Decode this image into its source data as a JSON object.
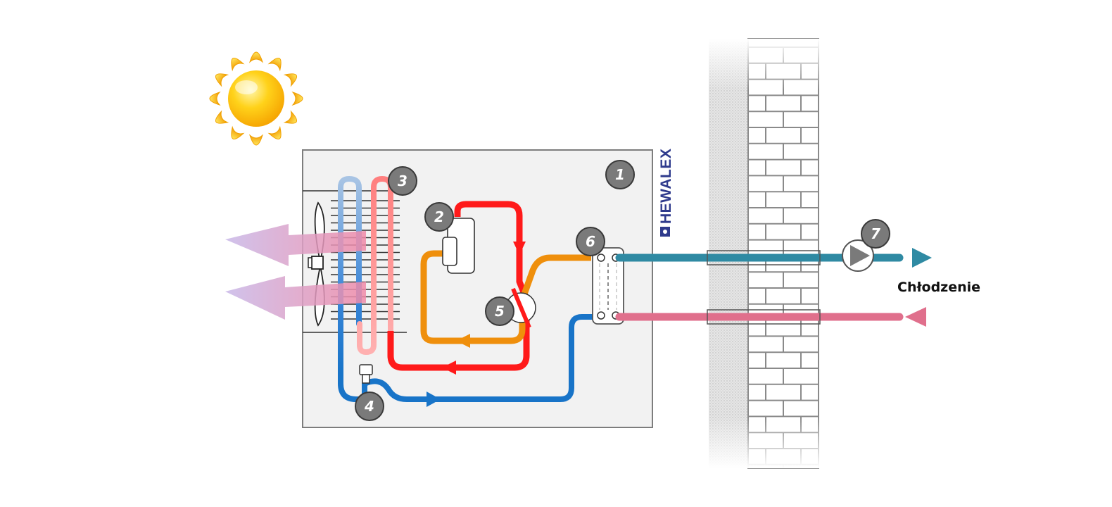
{
  "brand": {
    "name": "HEWALEX"
  },
  "output_label": "Chłodzenie",
  "markers": [
    {
      "id": "marker-1",
      "label": "1"
    },
    {
      "id": "marker-2",
      "label": "2"
    },
    {
      "id": "marker-3",
      "label": "3"
    },
    {
      "id": "marker-4",
      "label": "4"
    },
    {
      "id": "marker-5",
      "label": "5"
    },
    {
      "id": "marker-6",
      "label": "6"
    },
    {
      "id": "marker-7",
      "label": "7"
    }
  ],
  "colors": {
    "hot_refrigerant": "#ff1a1a",
    "liquid_refrigerant": "#ef8f0c",
    "cold_refrigerant": "#1874c8",
    "supply_water": "#2f8aa3",
    "return_water": "#e06f8c",
    "marker_fill": "#7a7a7a",
    "unit_fill": "#f2f2f2",
    "brand": "#2e3a8c"
  },
  "icons": [
    "sun-icon",
    "fan-icon",
    "compressor-icon",
    "expansion-valve-icon",
    "four-way-valve-icon",
    "heat-exchanger-icon",
    "pump-icon",
    "brick-wall"
  ]
}
